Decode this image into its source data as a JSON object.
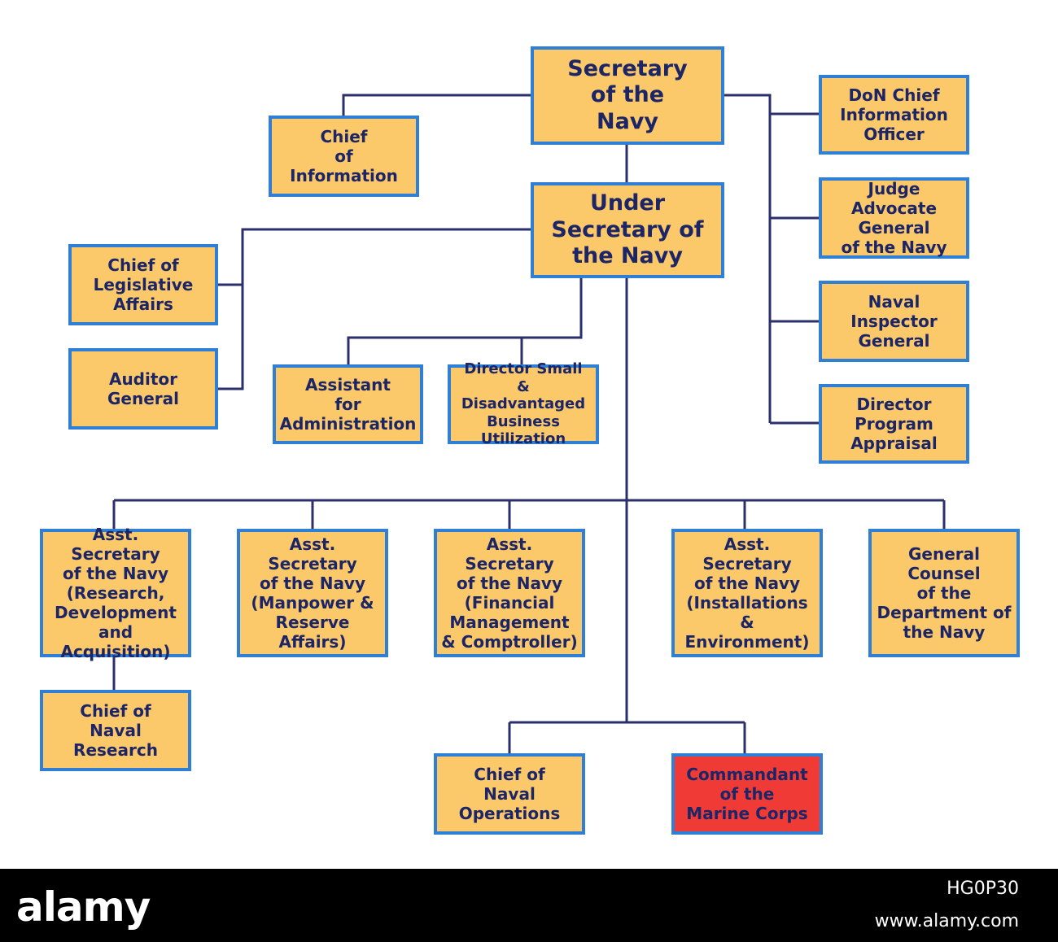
{
  "nodes": {
    "secretary": "Secretary\nof the\nNavy",
    "chief_info": "Chief\nof\nInformation",
    "don_cio": "DoN Chief\nInformation\nOfficer",
    "under_secretary": "Under\nSecretary of\nthe Navy",
    "judge_advocate": "Judge Advocate\nGeneral\nof the Navy",
    "chief_legislative": "Chief of\nLegislative\nAffairs",
    "naval_inspector": "Naval\nInspector\nGeneral",
    "auditor_general": "Auditor\nGeneral",
    "assistant_admin": "Assistant\nfor\nAdministration",
    "director_small_business": "Director Small\n& Disadvantaged\nBusiness Utilization",
    "director_program": "Director\nProgram\nAppraisal",
    "asn_rda": "Asst. Secretary\nof the Navy\n(Research,\nDevelopment\nand Acquisition)",
    "asn_mra": "Asst. Secretary\nof the Navy\n(Manpower &\nReserve\nAffairs)",
    "asn_fmc": "Asst. Secretary\nof the Navy\n(Financial\nManagement\n& Comptroller)",
    "asn_ie": "Asst. Secretary\nof the Navy\n(Installations\n& Environment)",
    "general_counsel": "General\nCounsel\nof the\nDepartment of\nthe Navy",
    "chief_naval_research": "Chief of\nNaval\nResearch",
    "chief_naval_ops": "Chief of\nNaval\nOperations",
    "commandant_marines": "Commandant\nof the\nMarine Corps"
  },
  "colors": {
    "box_fill": "#fbc86a",
    "box_border": "#2f7fd6",
    "box_text": "#1c2566",
    "highlight_fill": "#f03a36",
    "connector": "#2b2f6b",
    "footer_bg": "#000000"
  },
  "footer": {
    "brand": "alamy",
    "image_id": "HG0P30",
    "url": "www.alamy.com"
  }
}
